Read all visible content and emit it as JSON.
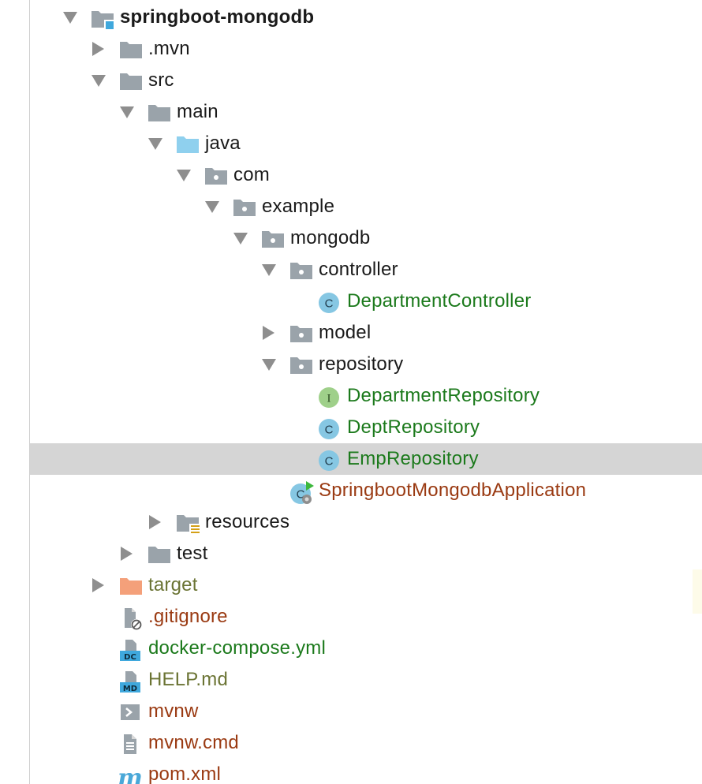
{
  "tree": {
    "project": {
      "label": "springboot-mongodb"
    },
    "mvn": {
      "label": ".mvn"
    },
    "src": {
      "label": "src"
    },
    "main": {
      "label": "main"
    },
    "java": {
      "label": "java"
    },
    "com": {
      "label": "com"
    },
    "example": {
      "label": "example"
    },
    "mongodb": {
      "label": "mongodb"
    },
    "controller": {
      "label": "controller"
    },
    "department_controller": {
      "label": "DepartmentController",
      "icon_letter": "C"
    },
    "model": {
      "label": "model"
    },
    "repository": {
      "label": "repository"
    },
    "department_repository": {
      "label": "DepartmentRepository",
      "icon_letter": "I"
    },
    "dept_repository": {
      "label": "DeptRepository",
      "icon_letter": "C"
    },
    "emp_repository": {
      "label": "EmpRepository",
      "icon_letter": "C"
    },
    "application": {
      "label": "SpringbootMongodbApplication",
      "icon_letter": "C"
    },
    "resources": {
      "label": "resources"
    },
    "test": {
      "label": "test"
    },
    "target": {
      "label": "target"
    },
    "gitignore": {
      "label": ".gitignore"
    },
    "docker_compose": {
      "label": "docker-compose.yml",
      "icon_text": "DC"
    },
    "help": {
      "label": "HELP.md",
      "icon_text": "MD"
    },
    "mvnw": {
      "label": "mvnw"
    },
    "mvnw_cmd": {
      "label": "mvnw.cmd"
    },
    "pom": {
      "label": "pom.xml",
      "icon_text": "m"
    }
  },
  "colors": {
    "folder_gray": "#9aa3aa",
    "source_folder_blue": "#8fd0ee",
    "target_folder_orange": "#f4a07a",
    "class_icon": "#86c7e3",
    "interface_icon": "#9fd08a",
    "green_text": "#1c7a1c",
    "red_text": "#9a3a12",
    "olive_text": "#6b7434",
    "selection": "#d5d5d5"
  },
  "selected_item": "EmpRepository"
}
